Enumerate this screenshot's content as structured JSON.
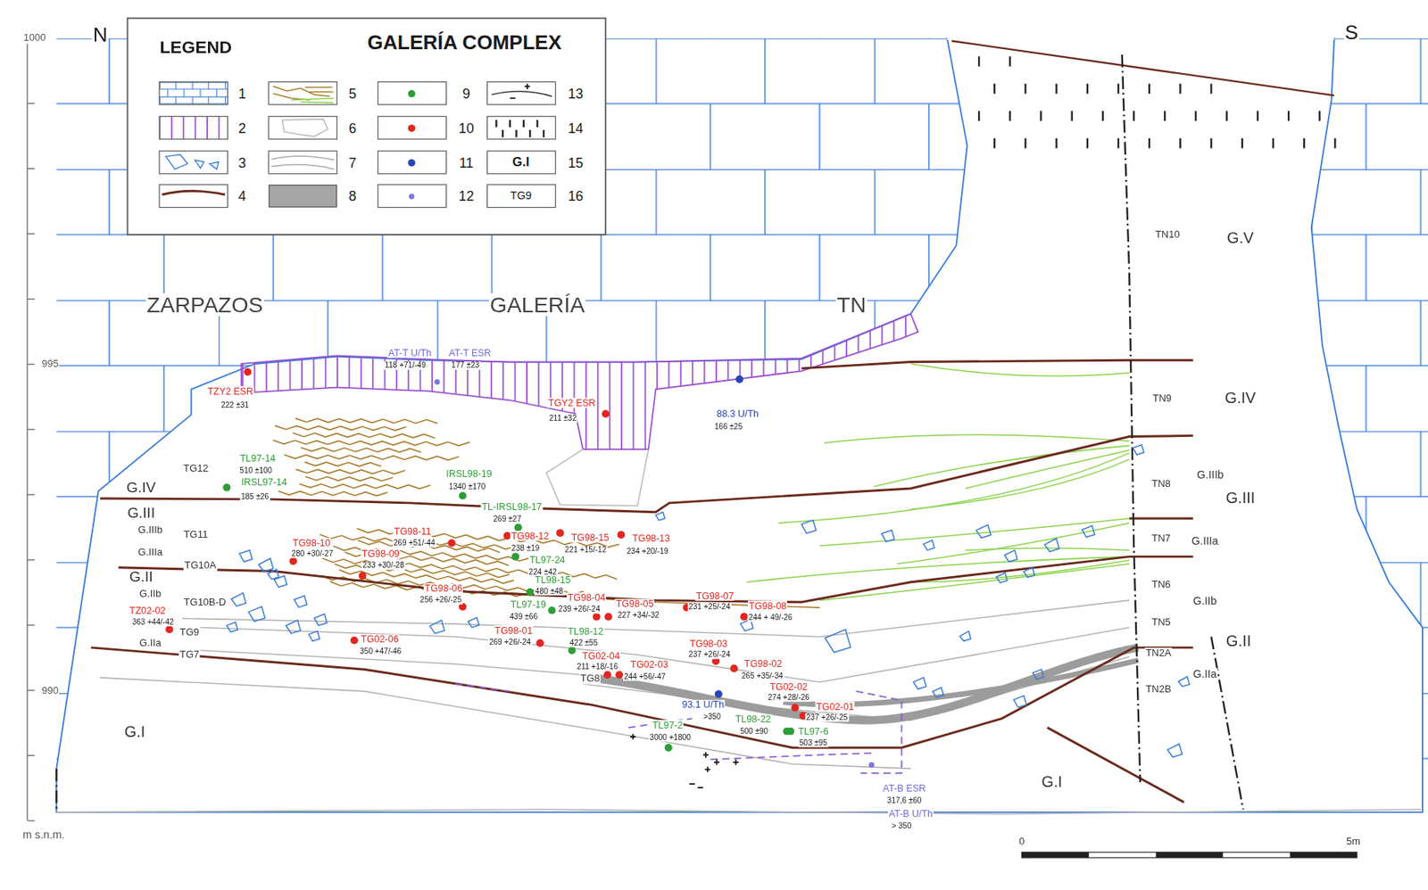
{
  "diagram": {
    "title": "GALERÍA COMPLEX",
    "labels": [
      "1000",
      "995",
      "990",
      "m s.n.m.",
      "N",
      "S",
      "LEGEND",
      "G.I",
      "TG9",
      "ZARPAZOS",
      "GALERÍA",
      "TN",
      "G.V",
      "TN10",
      "TN9",
      "G.IV",
      "TN8",
      "G.IIIb",
      "G.III",
      "TN7",
      "G.IIIa",
      "TN6",
      "G.IIb",
      "TN5",
      "G.II",
      "TN2A",
      "G.IIa",
      "TN2B",
      "G.I",
      "G.IV",
      "TG12",
      "G.III",
      "G.IIIb",
      "TG11",
      "G.IIIa",
      "TG10A",
      "G.II",
      "G.IIb",
      "TG10B-D",
      "TG9",
      "G.IIa",
      "TG7",
      "G.I",
      "TG8",
      "TZY2 ESR",
      "222 ±31",
      "AT-T U/Th",
      "AT-T ESR",
      "118 +71/-49",
      "177 ±23",
      "TGY2 ESR",
      "211 ±32",
      "88.3 U/Th",
      "166 ±25",
      "TL97-14",
      "510 ±100",
      "IRSL97-14",
      "185 ±26",
      "IRSL98-19",
      "1340 ±170",
      "TL-IRSL98-17",
      "269 ±27",
      "TG98-11",
      "269 +51/-44",
      "TG98-12",
      "238 ±19",
      "TG98-15",
      "221 +15/-12",
      "TG98-13",
      "234 +20/-19",
      "TG98-10",
      "280 +30/-27",
      "TG98-09",
      "233 +30/-28",
      "TL97-24",
      "224 ±42",
      "TL98-15",
      "480 ±48",
      "TG98-06",
      "256 +26/-25",
      "TG98-04",
      "239 +26/-24",
      "TL97-19",
      "439 ±66",
      "TG98-05",
      "227 +34/-32",
      "TG98-07",
      "231 +25/-24",
      "TG98-08",
      "244 + 49/-26",
      "TZ02-02",
      "363 +44/-42",
      "TG02-06",
      "350 +47/-46",
      "TG98-01",
      "269 +26/-24",
      "TL98-12",
      "422 ±55",
      "TG98-03",
      "237 +26/-24",
      "TG02-04",
      "211 +18/-16",
      "TG02-03",
      "244 +56/-47",
      "TG98-02",
      "265 +35/-34",
      "TG02-02",
      "274 +28/-26",
      "TG02-01",
      "237 +26/-25",
      "93.1 U/Th",
      ">350",
      "TL98-22",
      "500 ±90",
      "TL97-6",
      "503 ±95",
      "TL97-2",
      "3000 +1800",
      "AT-B ESR",
      "317,6 ±60",
      "AT-B U/Th",
      "> 350",
      "0",
      "5m"
    ],
    "legend": [
      {
        "text": "1"
      },
      {
        "text": "2"
      },
      {
        "text": "3"
      },
      {
        "text": "4"
      },
      {
        "text": "5"
      },
      {
        "text": "6"
      },
      {
        "text": "7"
      },
      {
        "text": "8",
        "color": "#a6a6a6"
      },
      {
        "text": "9"
      },
      {
        "text": "10"
      },
      {
        "text": "11"
      },
      {
        "text": "12"
      },
      {
        "text": "13"
      },
      {
        "text": "14"
      },
      {
        "text": "15"
      },
      {
        "text": "16"
      }
    ]
  }
}
